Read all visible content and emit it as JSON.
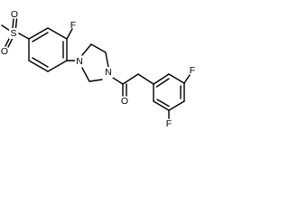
{
  "molecule": {
    "atoms": {
      "fluorine_top": "F",
      "nitrogen_left": "N",
      "nitrogen_right": "N",
      "sulfur": "S",
      "sulfonyl_oxygen_top": "O",
      "sulfonyl_oxygen_bottom": "O",
      "carbonyl_oxygen": "O",
      "fluorine_right": "F",
      "fluorine_bottom": "F"
    }
  }
}
